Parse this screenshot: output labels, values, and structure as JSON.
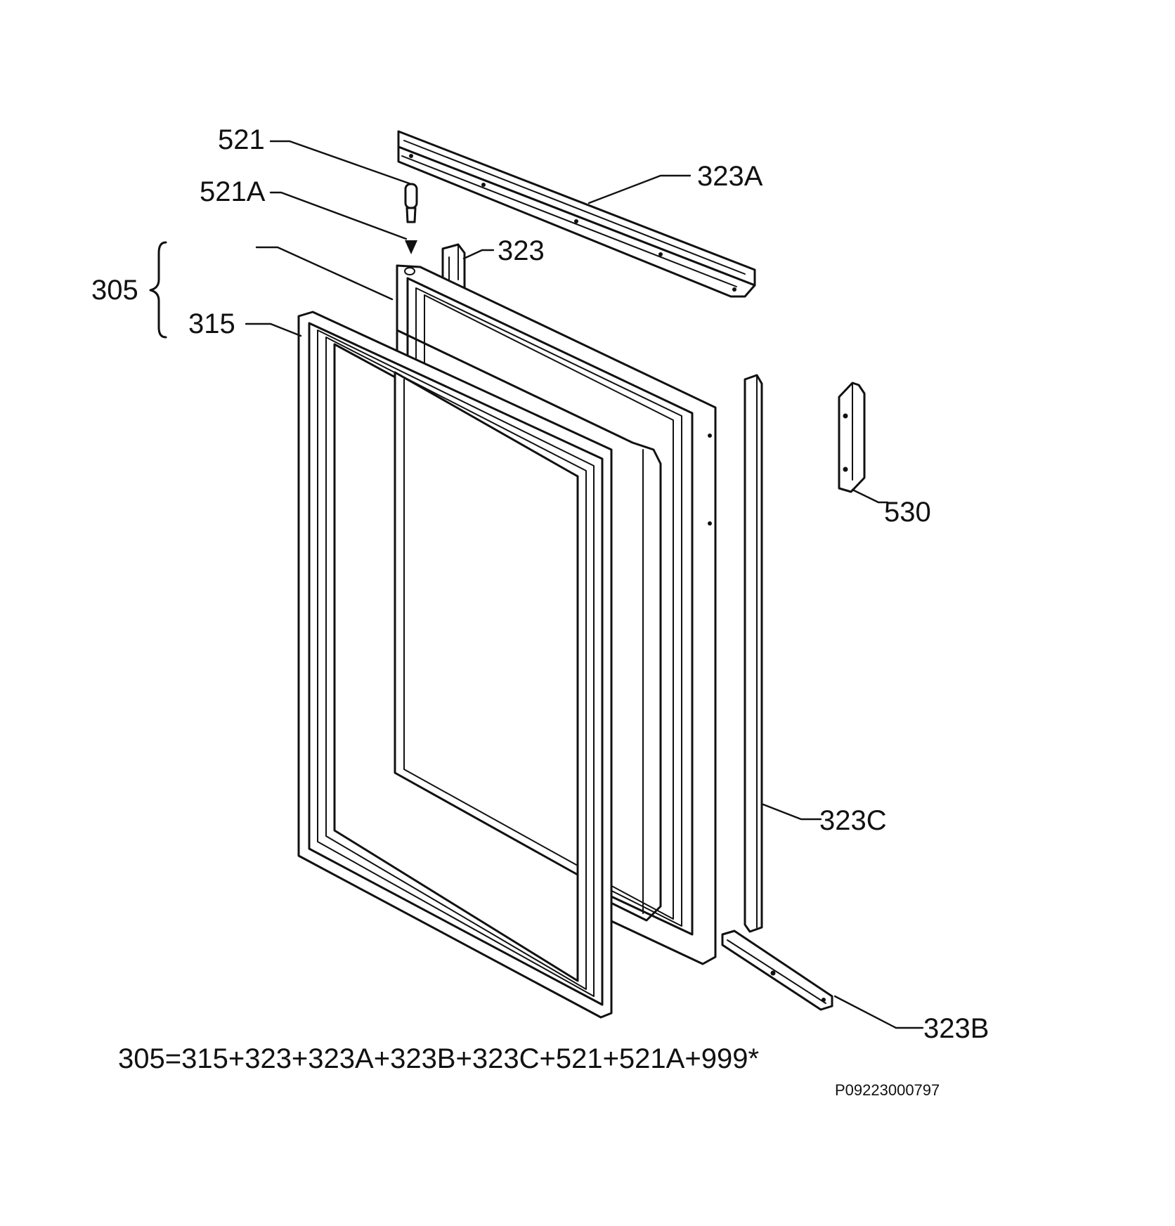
{
  "callouts": {
    "p521": "521",
    "p521a": "521A",
    "p323a": "323A",
    "p323": "323",
    "p305": "305",
    "p315": "315",
    "p530": "530",
    "p323c": "323C",
    "p323b": "323B"
  },
  "formula": "305=315+323+323A+323B+323C+521+521A+999*",
  "doc_id": "P09223000797"
}
